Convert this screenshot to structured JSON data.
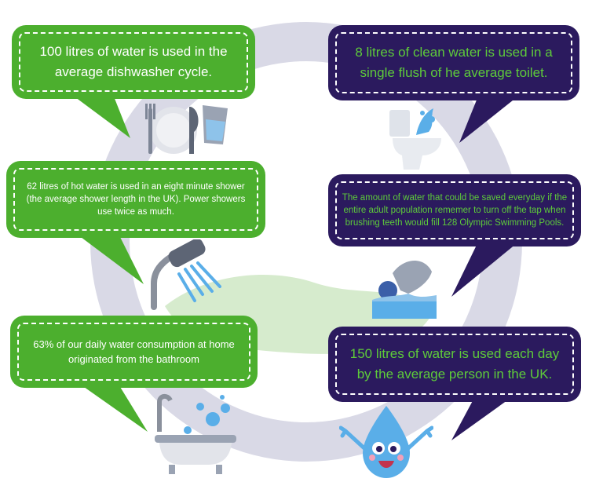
{
  "facts": [
    {
      "id": "dishwasher",
      "text": "100 litres of water is used in the average dishwasher cycle."
    },
    {
      "id": "shower",
      "text": "62 litres of hot water is used in an eight minute shower (the average shower length in the UK). Power showers use twice as much."
    },
    {
      "id": "bathroom",
      "text": "63% of our daily water consumption at home originated from the bathroom"
    },
    {
      "id": "toilet",
      "text": "8 litres of clean water is used in a single flush of he average toilet."
    },
    {
      "id": "teeth",
      "text": "The amount of water that could be saved everyday if the entire adult population rememer to turn off the tap when brushing teeth would fill 128 Olympic Swimming Pools."
    },
    {
      "id": "person",
      "text": "150 litres of water is used each day by the average person in the UK."
    }
  ],
  "colors": {
    "green": "#4caf2e",
    "purple": "#2b1a5e",
    "ring": "#d9d9e6",
    "light_green": "#cfe8c4",
    "water": "#5aaee8"
  },
  "icons": [
    "dishes-icon",
    "glass-icon",
    "toilet-icon",
    "shower-head-icon",
    "swimmer-icon",
    "bathtub-icon",
    "water-drop-mascot-icon"
  ]
}
